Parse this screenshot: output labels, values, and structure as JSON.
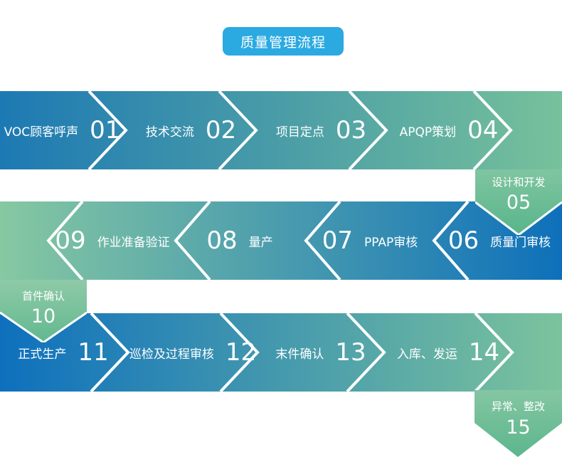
{
  "title": {
    "label": "质量管理流程"
  },
  "colors": {
    "title_bg": "#2ba9e1",
    "row1_gradient": [
      "#1d79b3",
      "#77c19b"
    ],
    "row2_gradient": [
      "#86c8a2",
      "#0e70ba"
    ],
    "row3_gradient": [
      "#0e70bd",
      "#7cc39d"
    ],
    "connector_green_top": "#85c7a3",
    "connector_green_bottom": "#5cb58d",
    "separator": "#ffffff",
    "text": "#ffffff"
  },
  "rows": [
    {
      "name": "row-1",
      "direction": "left-to-right",
      "steps": [
        {
          "number": "01",
          "label": "VOC顾客呼声"
        },
        {
          "number": "02",
          "label": "技术交流"
        },
        {
          "number": "03",
          "label": "项目定点"
        },
        {
          "number": "04",
          "label": "APQP策划"
        }
      ]
    },
    {
      "name": "row-2",
      "direction": "right-to-left",
      "steps": [
        {
          "number": "09",
          "label": "作业准备验证"
        },
        {
          "number": "08",
          "label": "量产"
        },
        {
          "number": "07",
          "label": "PPAP审核"
        },
        {
          "number": "06",
          "label": "质量门审核"
        }
      ]
    },
    {
      "name": "row-3",
      "direction": "left-to-right",
      "steps": [
        {
          "number": "11",
          "label": "正式生产"
        },
        {
          "number": "12",
          "label": "巡检及过程审核"
        },
        {
          "number": "13",
          "label": "末件确认"
        },
        {
          "number": "14",
          "label": "入库、发运"
        }
      ]
    }
  ],
  "connectors": [
    {
      "number": "05",
      "label": "设计和开发",
      "side": "right"
    },
    {
      "number": "10",
      "label": "首件确认",
      "side": "left"
    },
    {
      "number": "15",
      "label": "异常、整改",
      "side": "right"
    }
  ]
}
